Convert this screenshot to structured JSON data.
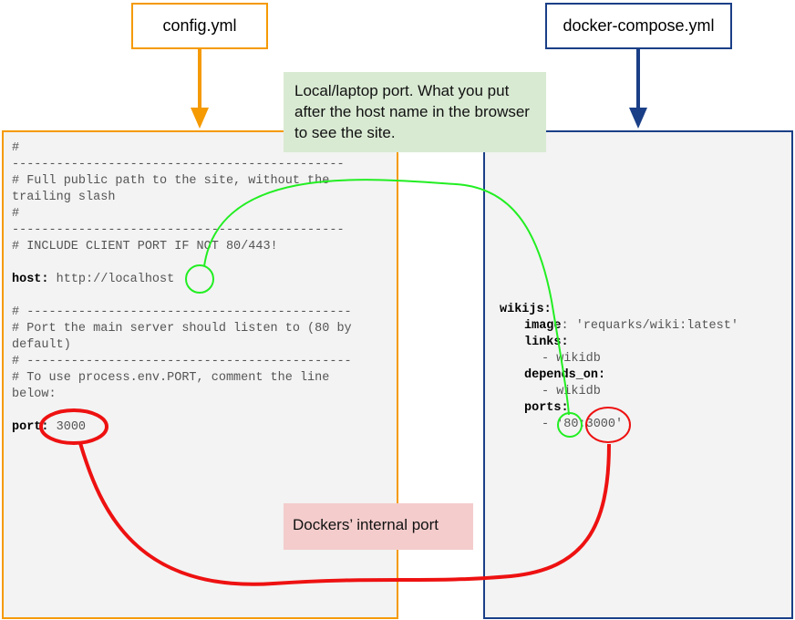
{
  "labels": {
    "config_file": "config.yml",
    "compose_file": "docker-compose.yml"
  },
  "config_lines": [
    "#",
    "---------------------------------------------",
    "# Full public path to the site, without the",
    "trailing slash",
    "#",
    "---------------------------------------------",
    "# INCLUDE CLIENT PORT IF NOT 80/443!",
    "",
    "",
    "",
    "# --------------------------------------------",
    "# Port the main server should listen to (80 by",
    "default)",
    "# --------------------------------------------",
    "# To use process.env.PORT, comment the line",
    "below:"
  ],
  "config_host": {
    "key": "host",
    "sep": ":",
    "value": " http://localhost"
  },
  "config_port": {
    "key": "port",
    "sep": ":",
    "value": " 3000"
  },
  "compose": {
    "service": "wikijs:",
    "image_key": "image",
    "image_value": ": 'requarks/wiki:latest'",
    "links_key": "links",
    "links_sep": ":",
    "links_item": "- wikidb",
    "depends_key": "depends_on",
    "depends_sep": ":",
    "depends_item": "- wikidb",
    "ports_key": "ports",
    "ports_sep": ":",
    "ports_item": "- '80:3000'"
  },
  "notes": {
    "local_port": "Local/laptop port. What you put after the host name in the browser to see the site.",
    "docker_port": "Dockers’ internal port"
  },
  "colors": {
    "config_border": "#f59a00",
    "compose_border": "#1a3f87",
    "local_highlight": "#22ee22",
    "internal_highlight": "#ee1111",
    "local_note_bg": "#d9ead3",
    "internal_note_bg": "#f4cccc"
  }
}
